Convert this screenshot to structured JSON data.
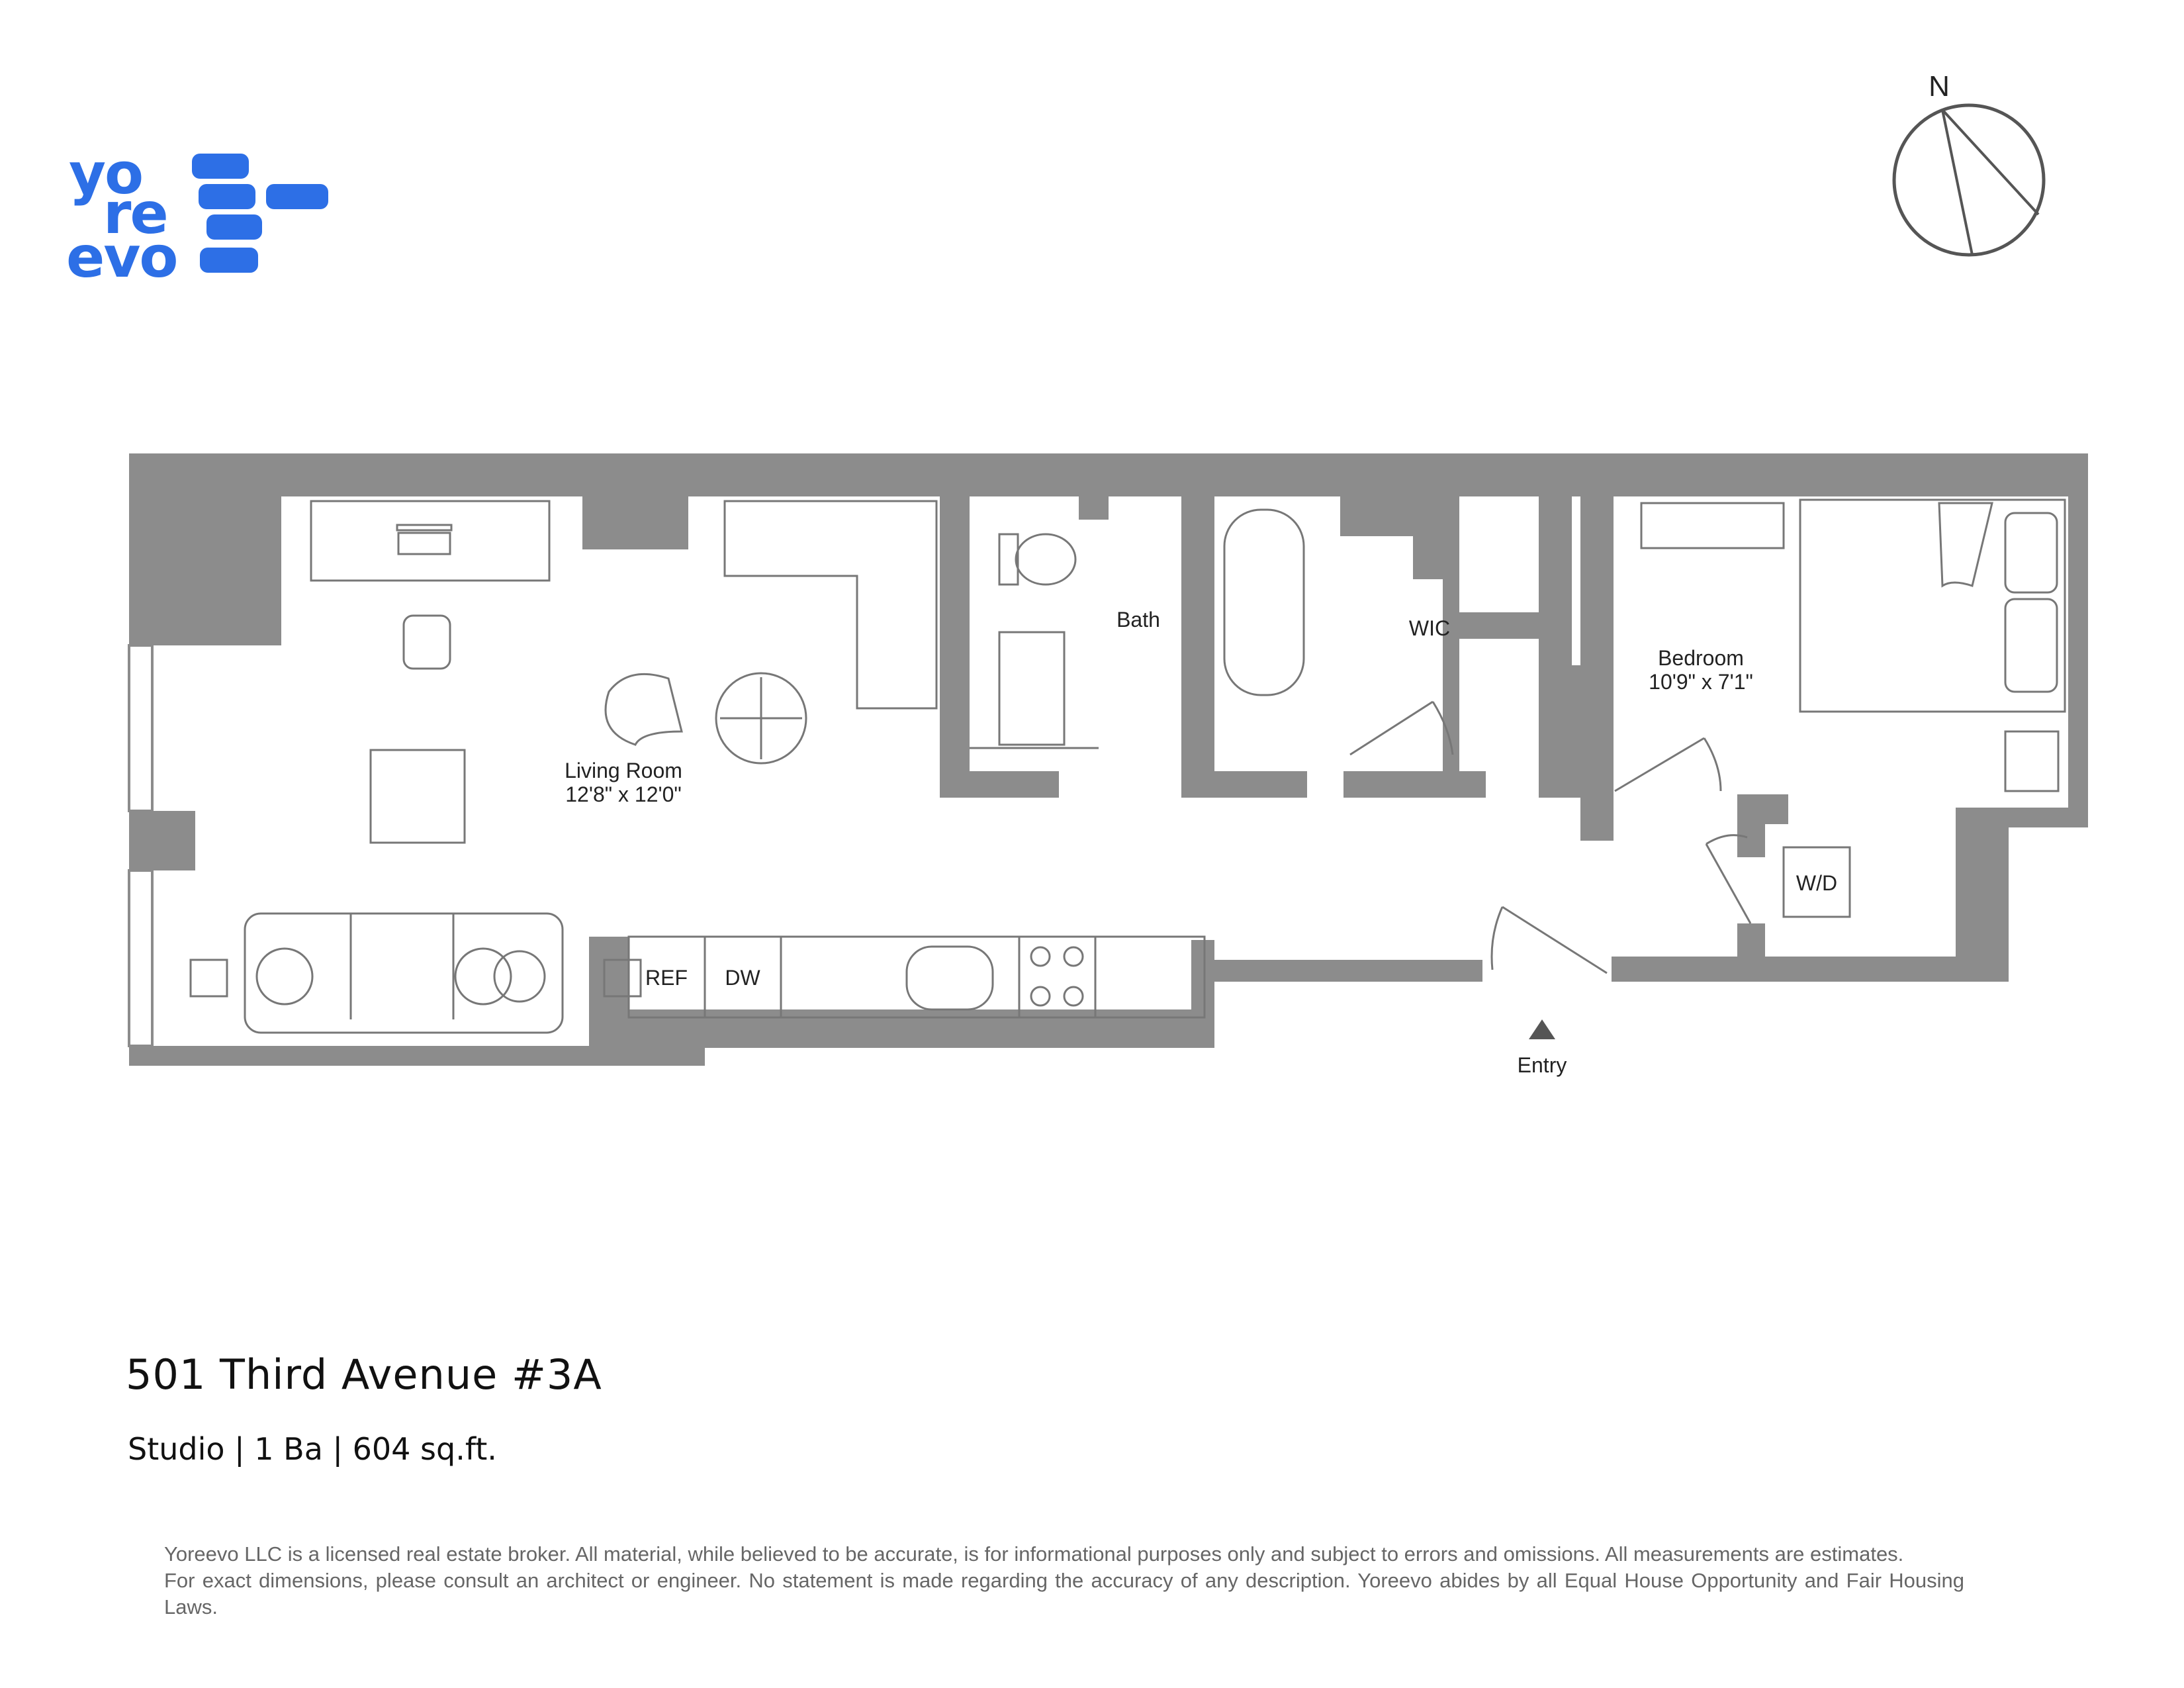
{
  "brand": {
    "logo_line1": "yo",
    "logo_line2": "re",
    "logo_line3": "evo",
    "color": "#2d6fe6"
  },
  "compass": {
    "north_label": "N"
  },
  "floorplan": {
    "wall_color": "#8c8c8c",
    "rooms": {
      "living": {
        "name": "Living Room",
        "dims": "12'8\" x 12'0\""
      },
      "bath": {
        "name": "Bath"
      },
      "wic": {
        "name": "WIC"
      },
      "bedroom": {
        "name": "Bedroom",
        "dims": "10'9\" x 7'1\""
      },
      "wd": {
        "name": "W/D"
      }
    },
    "appliances": {
      "ref": "REF",
      "dw": "DW"
    },
    "entry_label": "Entry"
  },
  "listing": {
    "title": "501 Third Avenue #3A",
    "summary": "Studio | 1 Ba | 604 sq.ft."
  },
  "disclaimer": {
    "line1": "Yoreevo LLC is a licensed real estate broker. All material, while believed to be accurate, is for informational purposes only and subject to errors and omissions. All measurements are estimates.",
    "line2": "For exact dimensions, please consult an architect or engineer. No statement is made regarding the accuracy of any description. Yoreevo abides by all Equal House Opportunity and Fair Housing Laws."
  }
}
